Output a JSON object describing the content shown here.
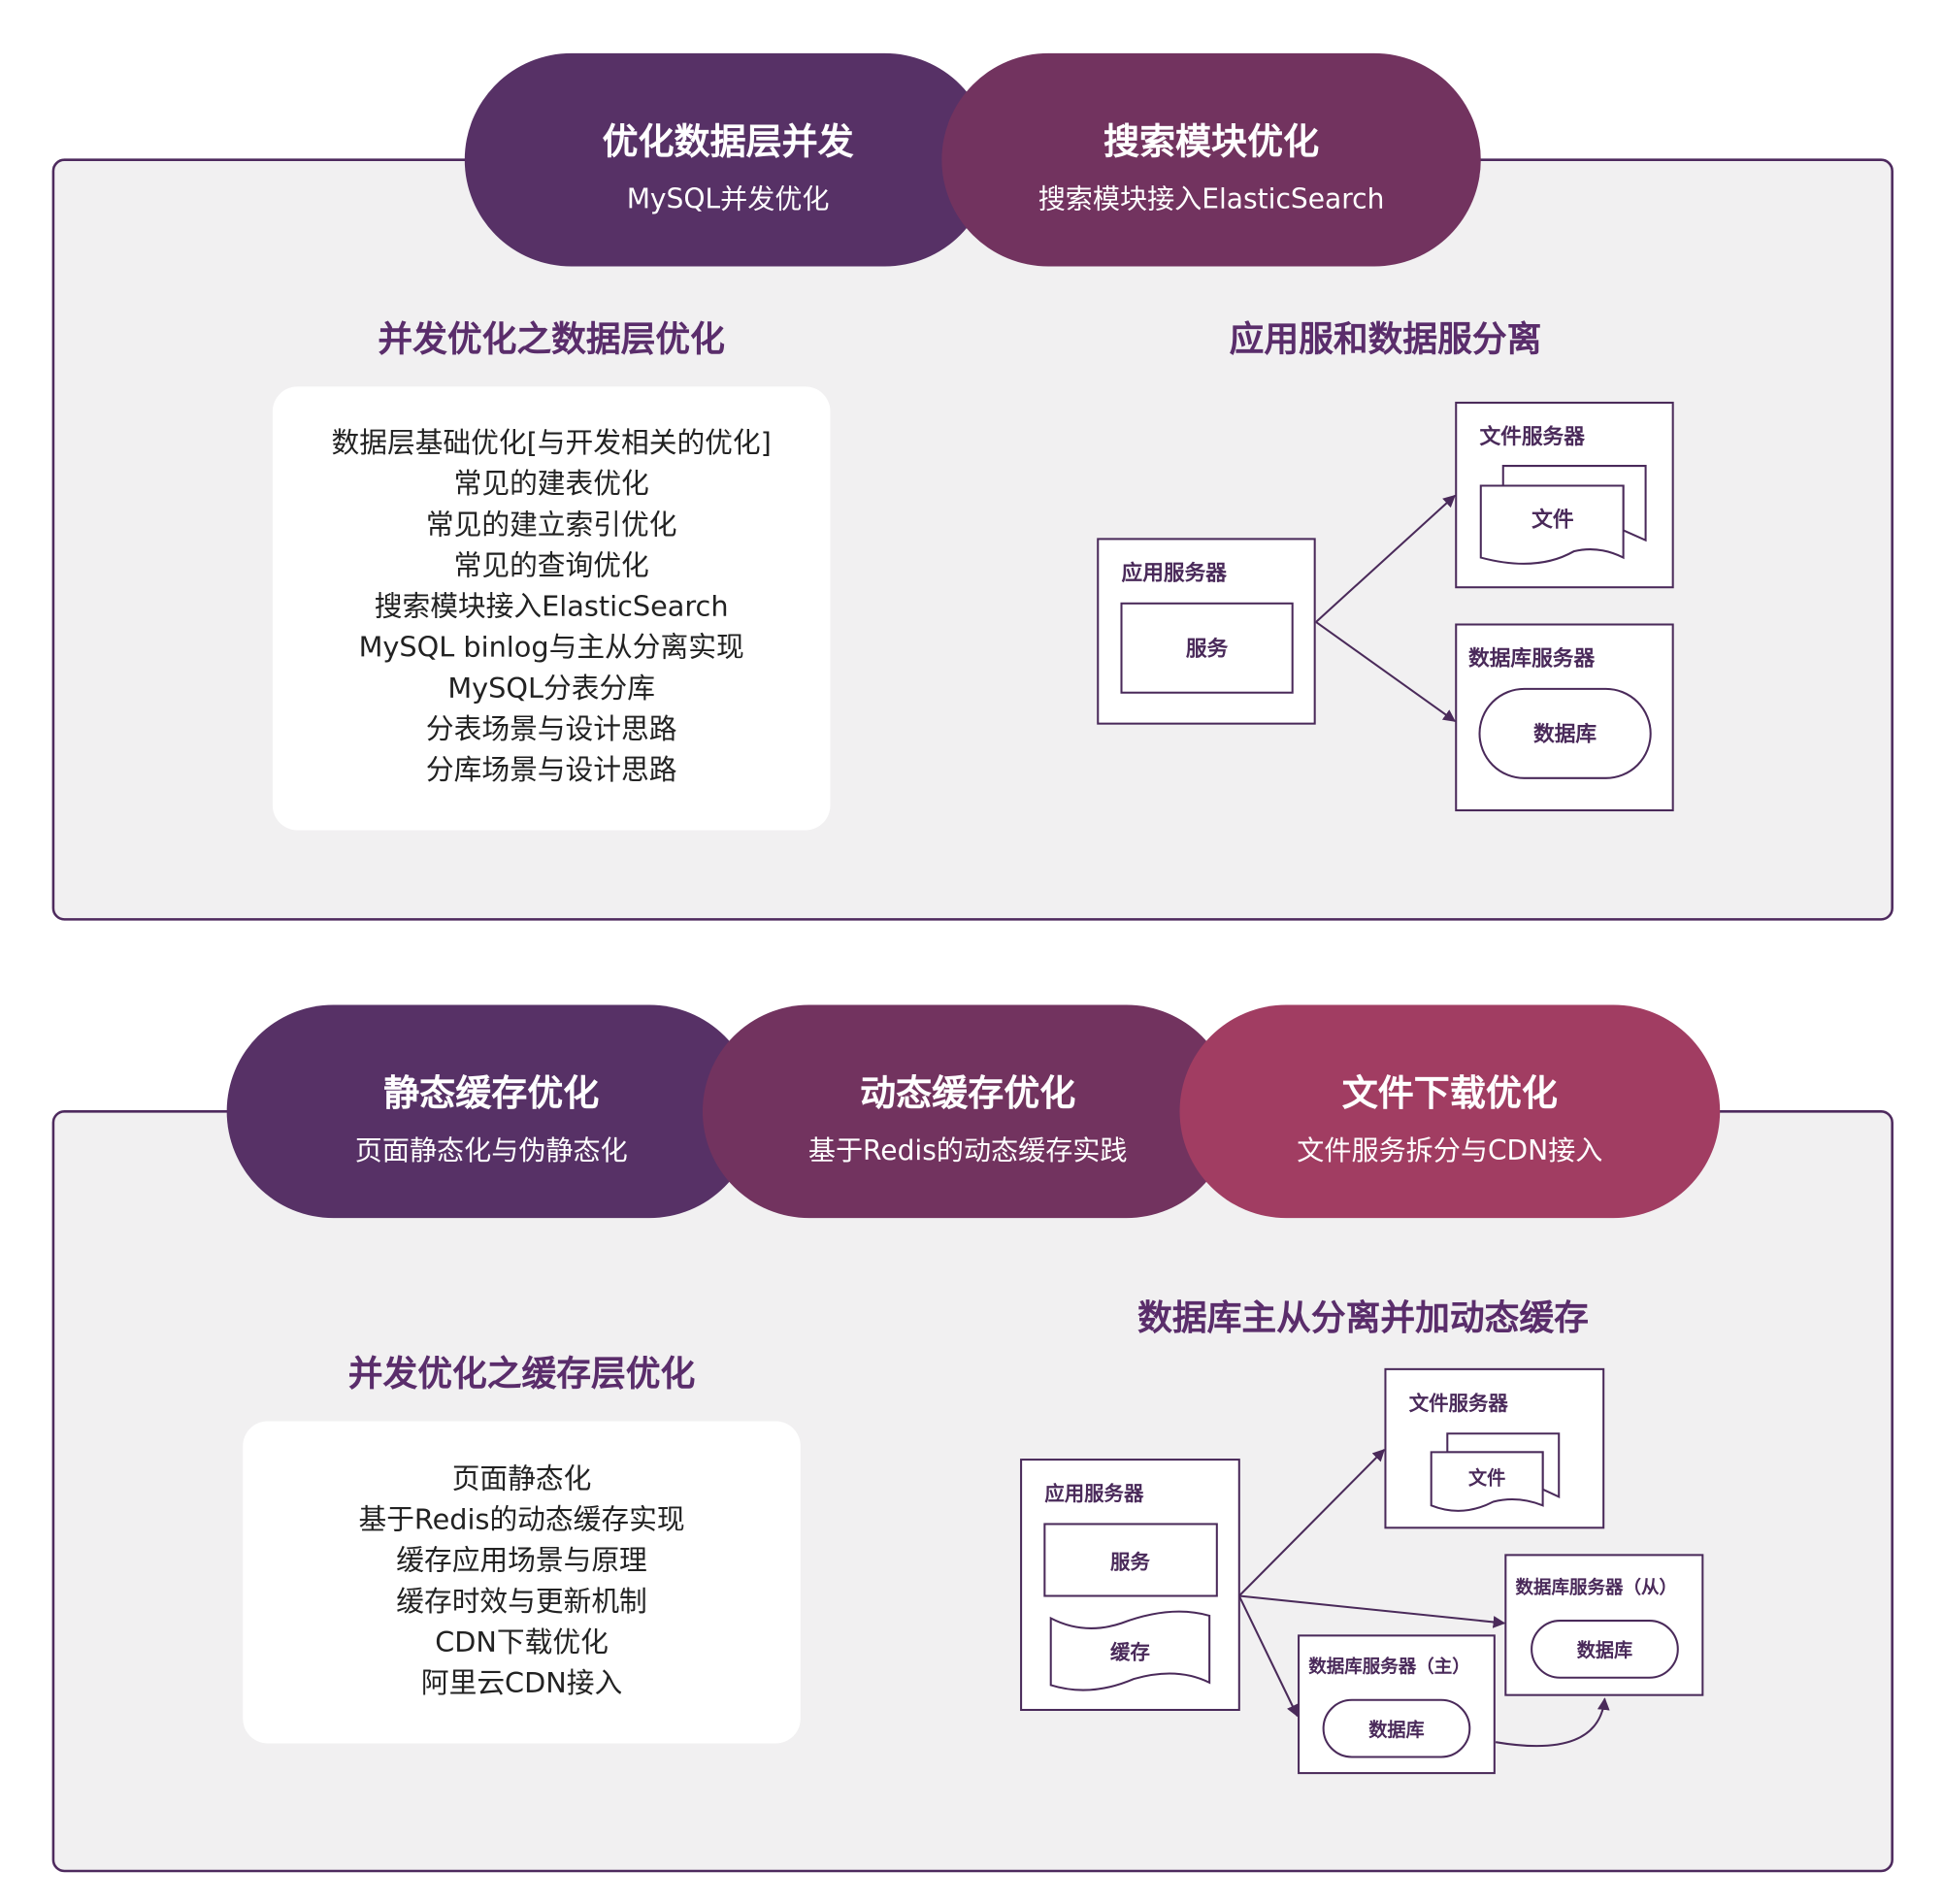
{
  "colors": {
    "purple_dark": "#573166",
    "purple_mid": "#72335f",
    "rose": "#a13d62",
    "border": "#4e2a5e",
    "heading": "#5a2d6b"
  },
  "top": {
    "pills": [
      {
        "title": "优化数据层并发",
        "subtitle": "MySQL并发优化"
      },
      {
        "title": "搜索模块优化",
        "subtitle": "搜索模块接入ElasticSearch"
      }
    ],
    "left_heading": "并发优化之数据层优化",
    "list": [
      "数据层基础优化[与开发相关的优化]",
      "常见的建表优化",
      "常见的建立索引优化",
      "常见的查询优化",
      "搜索模块接入ElasticSearch",
      "MySQL binlog与主从分离实现",
      "MySQL分表分库",
      "分表场景与设计思路",
      "分库场景与设计思路"
    ],
    "right_heading": "应用服和数据服分离",
    "diagram": {
      "app_server": "应用服务器",
      "service": "服务",
      "file_server": "文件服务器",
      "file": "文件",
      "db_server": "数据库服务器",
      "db": "数据库"
    }
  },
  "bottom": {
    "pills": [
      {
        "title": "静态缓存优化",
        "subtitle": "页面静态化与伪静态化"
      },
      {
        "title": "动态缓存优化",
        "subtitle": "基于Redis的动态缓存实践"
      },
      {
        "title": "文件下载优化",
        "subtitle": "文件服务拆分与CDN接入"
      }
    ],
    "left_heading": "并发优化之缓存层优化",
    "list": [
      "页面静态化",
      "基于Redis的动态缓存实现",
      "缓存应用场景与原理",
      "缓存时效与更新机制",
      "CDN下载优化",
      "阿里云CDN接入"
    ],
    "right_heading": "数据库主从分离并加动态缓存",
    "diagram": {
      "app_server": "应用服务器",
      "service": "服务",
      "cache": "缓存",
      "file_server": "文件服务器",
      "file": "文件",
      "db_master": "数据库服务器（主）",
      "db_slave": "数据库服务器（从）",
      "db": "数据库"
    }
  }
}
